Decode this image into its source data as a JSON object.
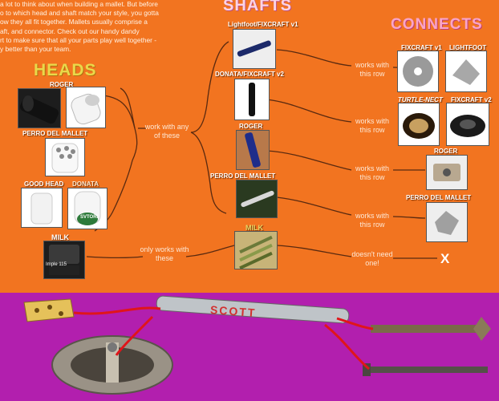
{
  "intro_lines": [
    "a lot to think about when building a mallet. But before",
    "o to which head and shaft match your style, you gotta",
    "ow they all fit together. Mallets usually comprise a",
    "aft, and connector. Check out our handy dandy",
    "rt to make sure that all your parts play well together -",
    "y better than your team."
  ],
  "sections": {
    "heads": "HEADS",
    "shafts": "SHAFTS",
    "connects": "CONNECTS"
  },
  "heads": {
    "roger": "ROGER",
    "perro": "PERRO DEL MALLET",
    "goodhead": "GOOD HEAD",
    "donata": "DONATA",
    "donata_badge": "SVTORI",
    "milk": "MILK",
    "milk_text": "Imple 115"
  },
  "shafts": {
    "lightfoot_fixcraft": "Lightfoot/FIXCRAFT v1",
    "donata_fixcraft": "DONATA/FIXCRAFT v2",
    "roger": "ROGER",
    "perro": "PERRO DEL MALLET",
    "milk": "MILK"
  },
  "connects": {
    "fixcraft_v1": "FIXCRAFT v1",
    "lightfoot": "LIGHTFOOT",
    "turtle_nect": "TURTLE-NECT",
    "fixcraft_v2": "FIXCRAFT v2",
    "roger": "ROGER",
    "perro": "PERRO DEL MALLET"
  },
  "notes": {
    "work_with": "work with any of these",
    "only_works": "only works with these",
    "works_row_1": "works with this row",
    "works_row_2": "works with this row",
    "works_row_3": "works with this row",
    "works_row_4": "works with this row",
    "doesnt_need": "doesn't need one!",
    "x_mark": "X"
  },
  "bottom": {
    "shaft_label": "SCOTT"
  }
}
